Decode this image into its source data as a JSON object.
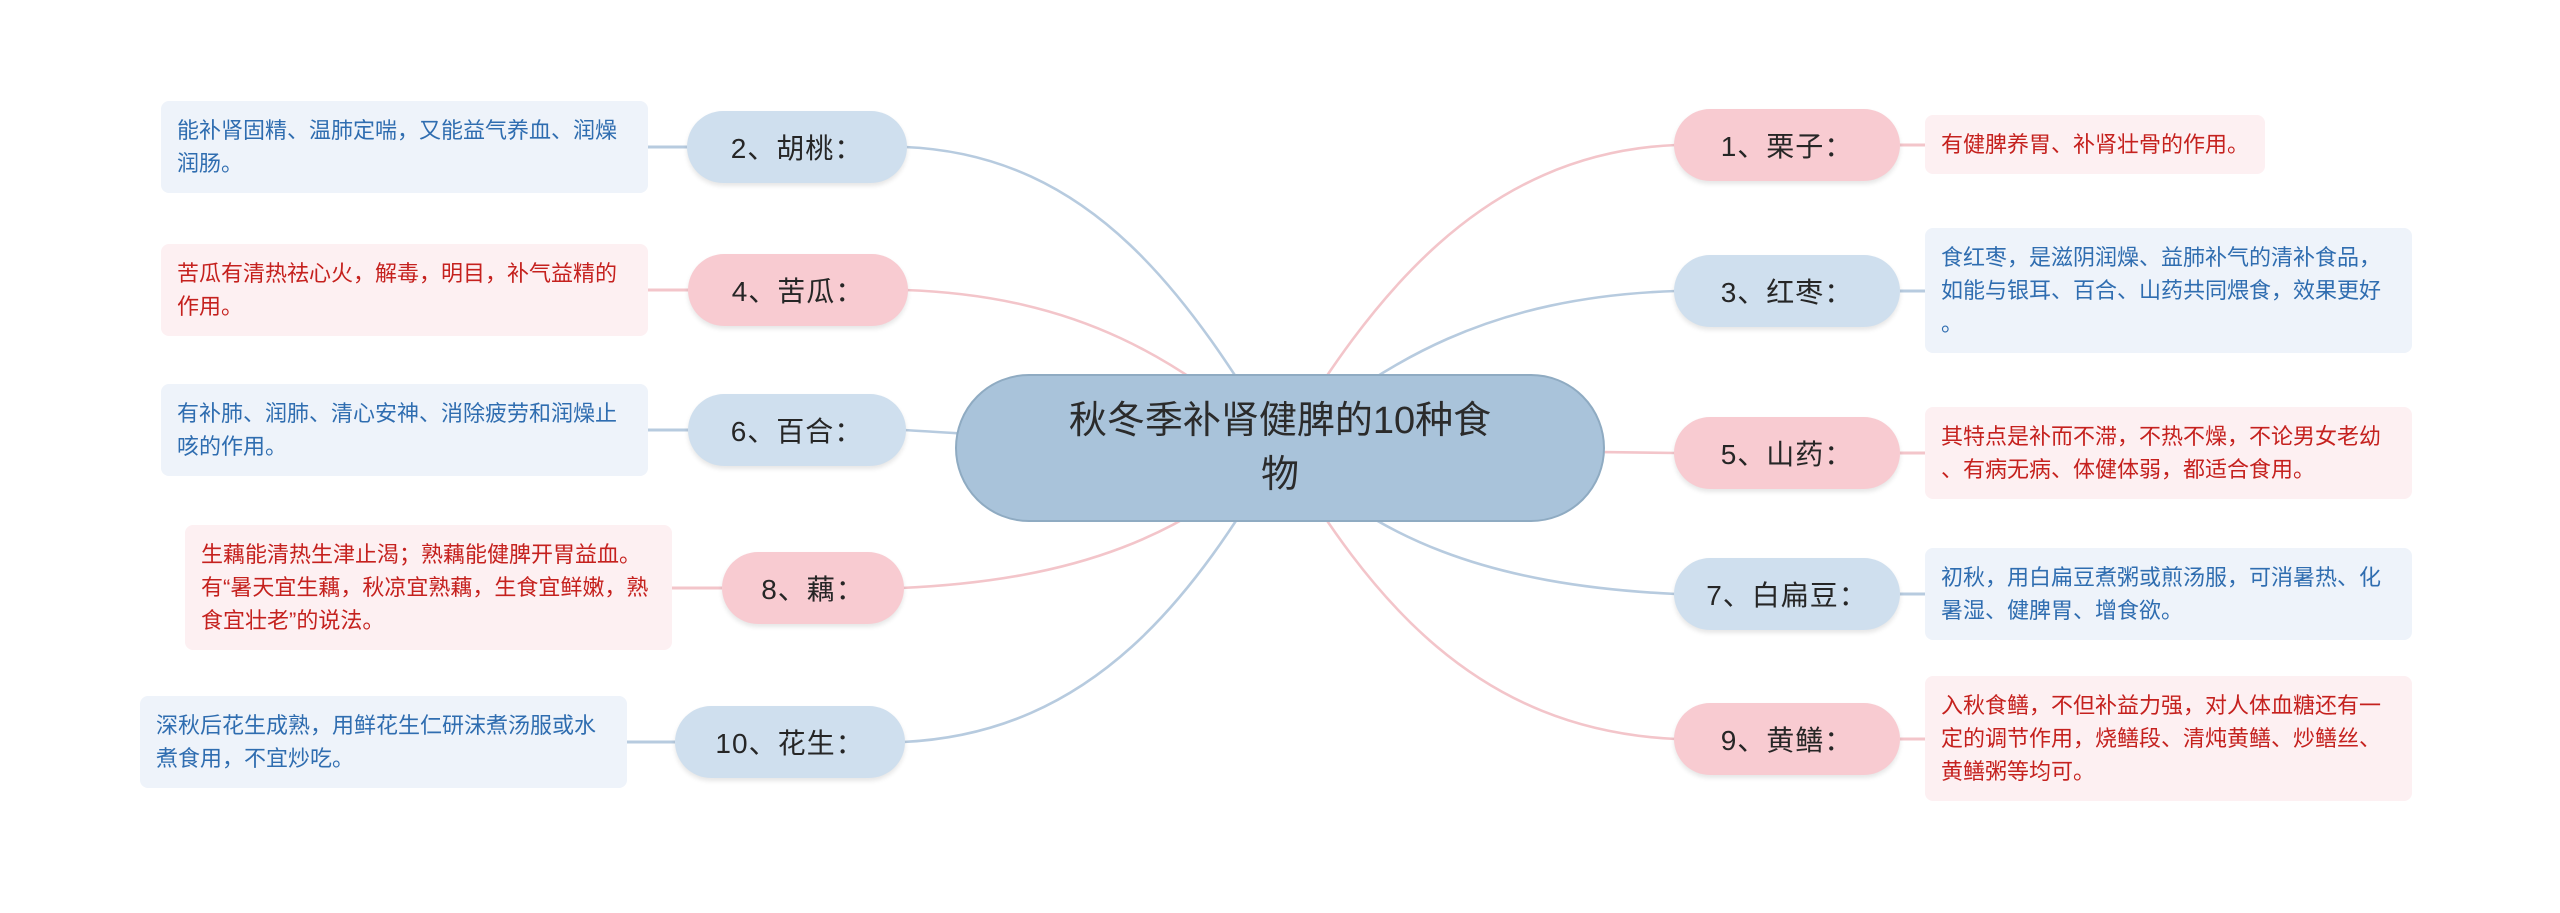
{
  "center": {
    "label": "秋冬季补肾健脾的10种食物"
  },
  "colors": {
    "background": "#ffffff",
    "center_fill": "#a9c3da",
    "center_border": "#8fabc2",
    "pill_blue": "#cfdfee",
    "pill_pink": "#f8cbd1",
    "note_blue_bg": "#eef3fa",
    "note_blue_text": "#2f6db0",
    "note_pink_bg": "#fdf0f2",
    "note_pink_text": "#c5211e",
    "link_blue": "#b7cbdf",
    "link_pink": "#f3c5ca"
  },
  "branches": [
    {
      "label": "1、栗子：",
      "side": "right",
      "theme": "pink",
      "description": "有健脾养胃、补肾壮骨的作用。"
    },
    {
      "label": "2、胡桃：",
      "side": "left",
      "theme": "blue",
      "description": "能补肾固精、温肺定喘，又能益气养血、润燥润肠。"
    },
    {
      "label": "3、红枣：",
      "side": "right",
      "theme": "blue",
      "description": "食红枣，是滋阴润燥、益肺补气的清补食品，如能与银耳、百合、山药共同煨食，效果更好。"
    },
    {
      "label": "4、苦瓜：",
      "side": "left",
      "theme": "pink",
      "description": "苦瓜有清热祛心火，解毒，明目，补气益精的作用。"
    },
    {
      "label": "5、山药：",
      "side": "right",
      "theme": "pink",
      "description": "其特点是补而不滞，不热不燥，不论男女老幼、有病无病、体健体弱，都适合食用。"
    },
    {
      "label": "6、百合：",
      "side": "left",
      "theme": "blue",
      "description": "有补肺、润肺、清心安神、消除疲劳和润燥止咳的作用。"
    },
    {
      "label": "7、白扁豆：",
      "side": "right",
      "theme": "blue",
      "description": "初秋，用白扁豆煮粥或煎汤服，可消暑热、化暑湿、健脾胃、增食欲。"
    },
    {
      "label": "8、藕：",
      "side": "left",
      "theme": "pink",
      "description": "生藕能清热生津止渴；熟藕能健脾开胃益血。有“暑天宜生藕，秋凉宜熟藕，生食宜鲜嫩，熟食宜壮老”的说法。"
    },
    {
      "label": "9、黄鳝：",
      "side": "right",
      "theme": "pink",
      "description": "入秋食鳝，不但补益力强，对人体血糖还有一定的调节作用，烧鳝段、清炖黄鳝、炒鳝丝、黄鳝粥等均可。"
    },
    {
      "label": "10、花生：",
      "side": "left",
      "theme": "blue",
      "description": "深秋后花生成熟，用鲜花生仁研沫煮汤服或水煮食用，不宜炒吃。"
    }
  ]
}
